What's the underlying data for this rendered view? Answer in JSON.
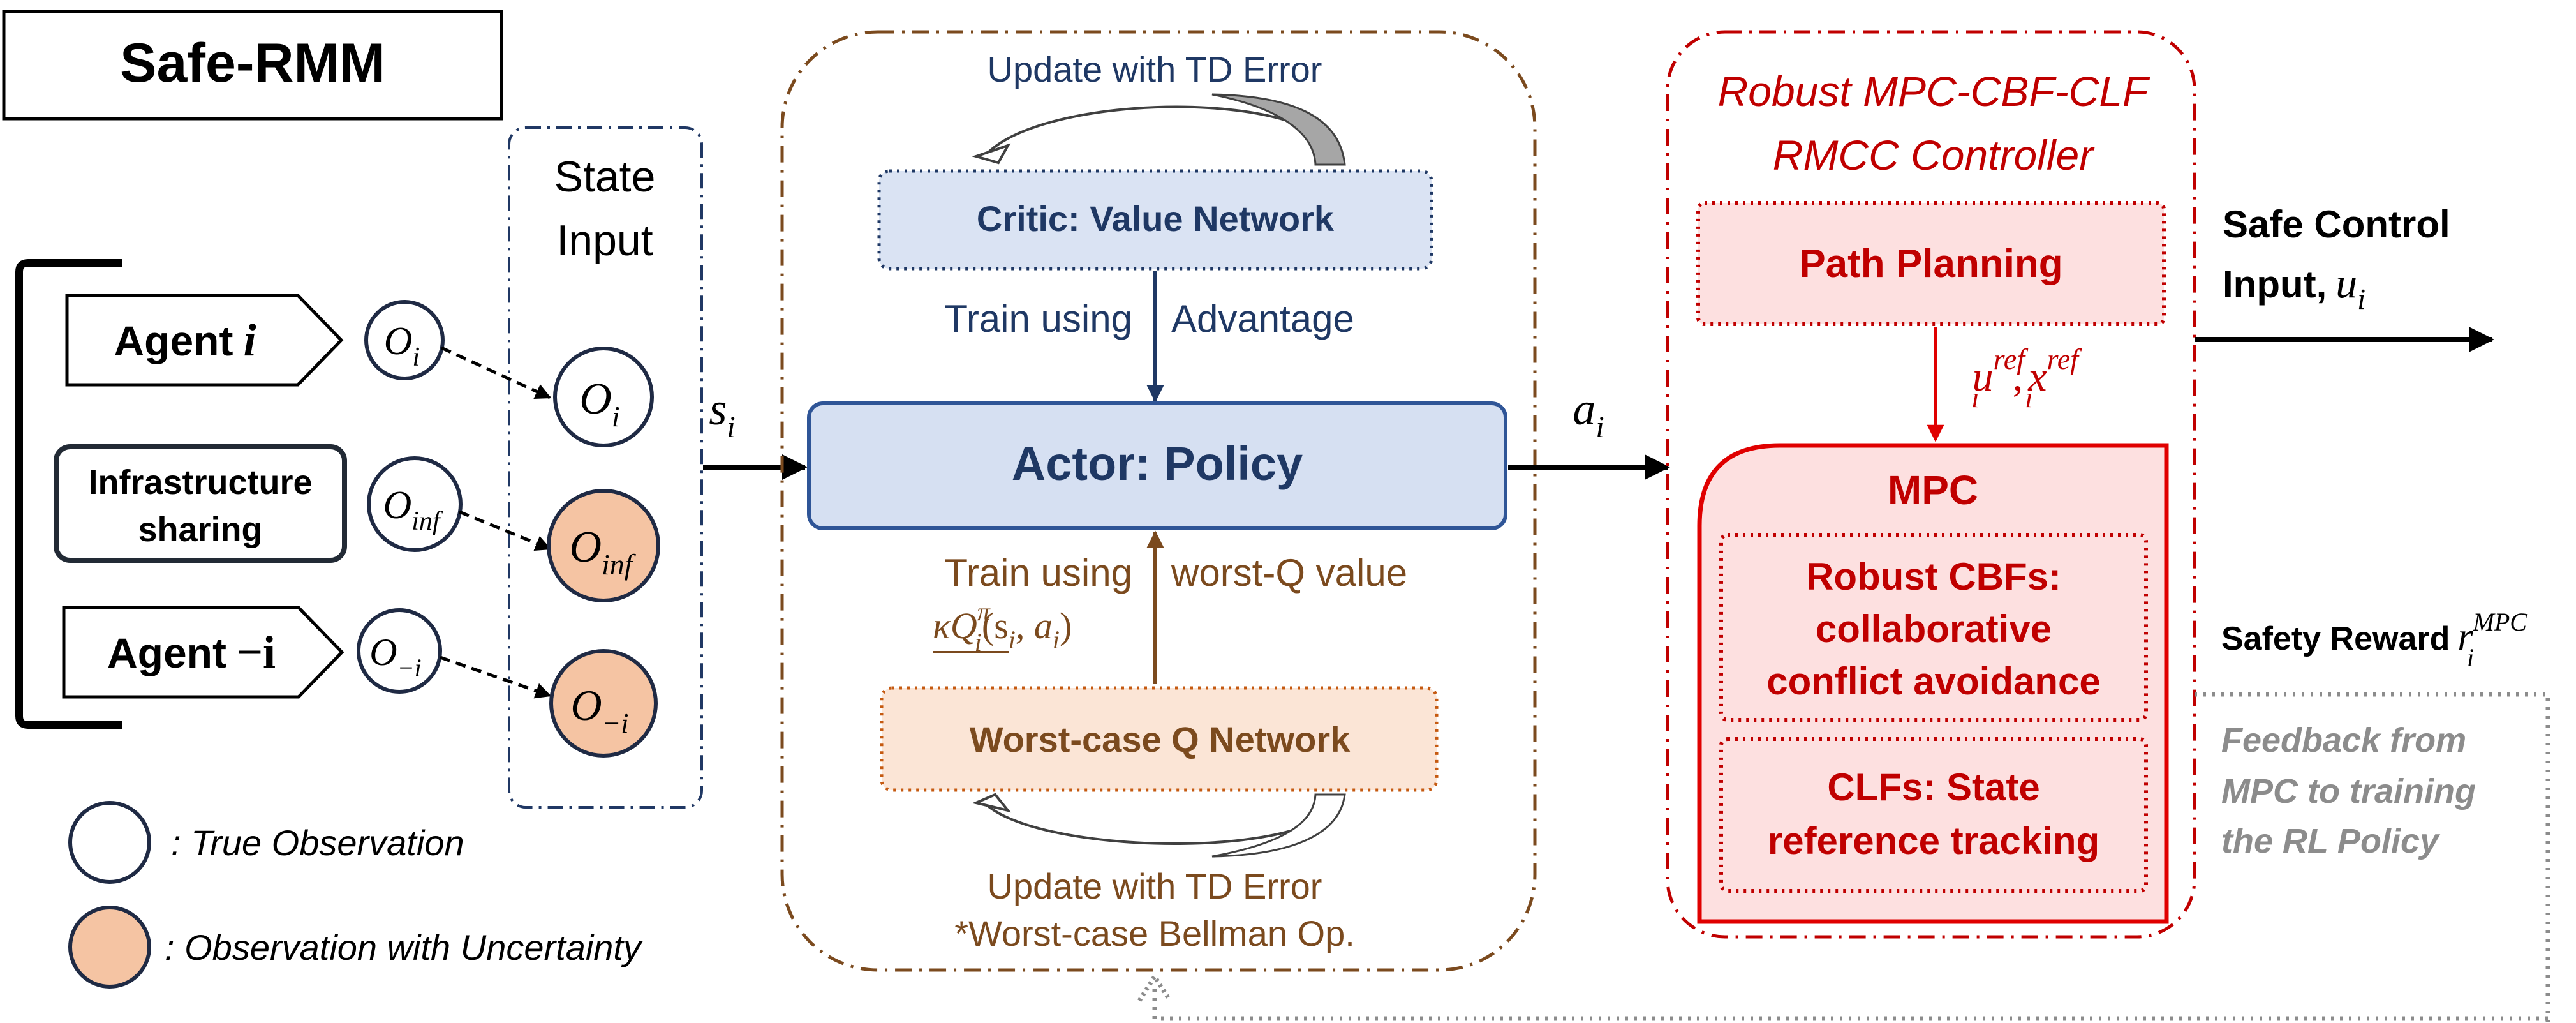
{
  "title": "Safe-RMM",
  "state_input": {
    "label_line1": "State",
    "label_line2": "Input"
  },
  "agents": {
    "agent_i": {
      "label": "Agent",
      "suffix": "i"
    },
    "infrastructure": {
      "line1": "Infrastructure",
      "line2": "sharing"
    },
    "agent_minus_i": {
      "label": "Agent",
      "suffix": "−i"
    }
  },
  "observations": {
    "o_i": {
      "base": "O",
      "sub": "i"
    },
    "o_inf": {
      "base": "O",
      "sub": "inf"
    },
    "o_minus_i": {
      "base": "O",
      "sub": "−i"
    }
  },
  "state_symbol": {
    "base": "s",
    "sub": "i"
  },
  "action_symbol": {
    "base": "a",
    "sub": "i"
  },
  "rl": {
    "top_update": "Update with TD Error",
    "critic": "Critic: Value Network",
    "train_advantage_left": "Train using",
    "train_advantage_right": "Advantage",
    "actor": "Actor: Policy",
    "train_worst_left": "Train using",
    "train_worst_right": "worst-Q value",
    "kq_formula": {
      "k": "κQ",
      "sup": "π",
      "sub": "i",
      "args": "(s",
      "args_sub": "i",
      "args_rest": ", a",
      "args_sub2": "i",
      "args_end": ")"
    },
    "worst_q": "Worst-case Q Network",
    "bottom_update": "Update with TD Error",
    "bellman": "*Worst-case Bellman Op."
  },
  "rmcc": {
    "title_line1": "Robust MPC-CBF-CLF",
    "title_line2": "RMCC Controller",
    "path_planning": "Path Planning",
    "ref_u": {
      "base": "u",
      "sup": "ref",
      "sub": "i"
    },
    "ref_x": {
      "base": "x",
      "sup": "ref",
      "sub": "i"
    },
    "mpc": "MPC",
    "cbf_line1": "Robust CBFs:",
    "cbf_line2": "collaborative",
    "cbf_line3": "conflict avoidance",
    "clf_line1": "CLFs: State",
    "clf_line2": "reference tracking"
  },
  "output": {
    "safe_line1": "Safe Control",
    "safe_line2": "Input,",
    "u_base": "u",
    "u_sub": "i",
    "safety_reward": "Safety Reward",
    "r_base": "r",
    "r_sup": "MPC",
    "r_sub": "i"
  },
  "feedback": {
    "line1": "Feedback from",
    "line2": "MPC to training",
    "line3": "the RL Policy"
  },
  "legend": {
    "true_obs": ": True Observation",
    "uncertain_obs": ": Observation with Uncertainty"
  },
  "colors": {
    "brown": "#7b4a1e",
    "navy": "#1f3864",
    "red": "#c00000",
    "critic_fill": "#dae3f3",
    "actor_fill": "#d6e0f2",
    "worst_fill": "#fbe5d6",
    "uncertain_fill": "#f5c4a3",
    "rmcc_fill": "#fde0e0",
    "gray": "#8c8c8c",
    "dark_blue_outline": "#203864"
  }
}
